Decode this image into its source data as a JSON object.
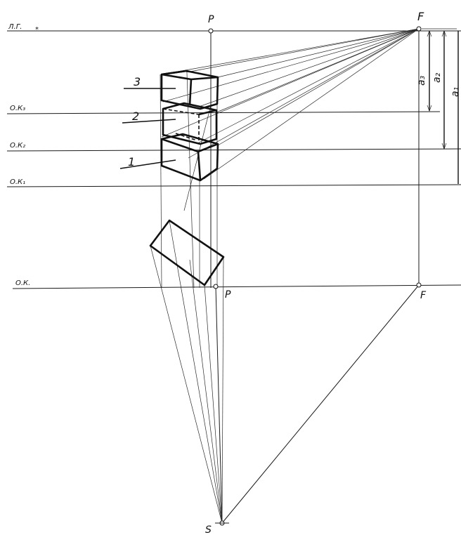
{
  "labels": {
    "horizon_line": "Л.Г.",
    "horizon_mark": "*",
    "base_line": "О.К.",
    "level_1": "О.К₁",
    "level_2": "О.К₂",
    "level_3": "О.К₃",
    "point_p_top": "P",
    "point_f_top": "F",
    "point_p_bottom": "P",
    "point_f_bottom": "F",
    "point_s": "S",
    "box_1": "1",
    "box_2": "2",
    "box_3": "3",
    "dim_a1": "a₁",
    "dim_a2": "a₂",
    "dim_a3": "a₃"
  }
}
